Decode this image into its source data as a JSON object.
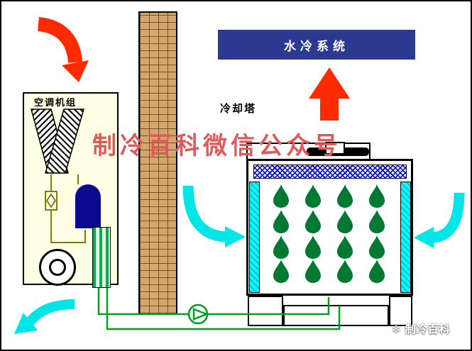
{
  "title_box": {
    "label": "水冷系统"
  },
  "labels": {
    "cooling_tower": "冷却塔",
    "ac_unit": "空调机组"
  },
  "watermark": {
    "text": "制冷百科微信公众号"
  },
  "logo": {
    "text": "制冷百科",
    "icon": "snowflake-icon"
  },
  "colors": {
    "title_bg": "#2B3990",
    "title_text": "#FFFFFF",
    "red_arrow": "#FF2B00",
    "cyan_arrow": "#00E5E5",
    "pipe_green": "#00A020",
    "droplet_green": "#007A33",
    "compressor_blue": "#0A0A8F",
    "unit_fill": "#FFFFE6",
    "brick_tan": "#D2A76F",
    "fill_hatch_blue": "#0000CC",
    "panel_cyan": "#00FFFF",
    "watermark_red": "#E05A5A"
  }
}
